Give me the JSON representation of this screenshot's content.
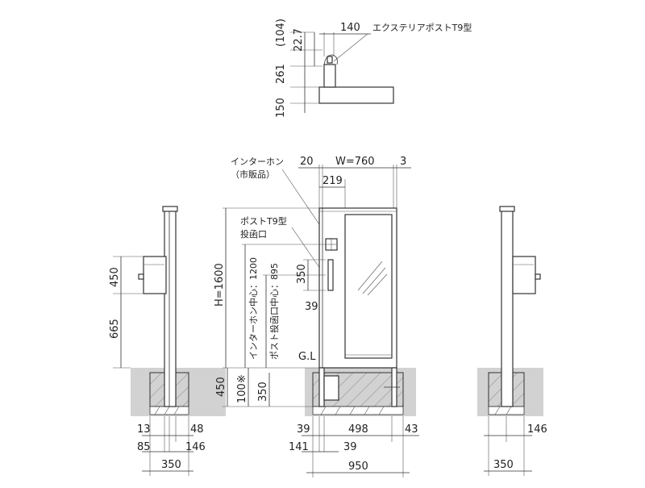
{
  "top_view": {
    "dims": {
      "w140": "140",
      "d104": "(104)",
      "d22_7": "22.7",
      "d261": "261",
      "d150": "150"
    },
    "product_label": "エクステリアポストT9型"
  },
  "front_view": {
    "dims": {
      "d20": "20",
      "width": "W=760",
      "d3": "3",
      "d219": "219",
      "height": "H=1600",
      "d350": "350",
      "d39": "39",
      "d450": "450",
      "d100": "100※",
      "d350b": "350",
      "b39": "39",
      "b498": "498",
      "b43": "43",
      "b141": "141",
      "b39b": "39",
      "b950": "950"
    },
    "intercom_label_1": "インターホン",
    "intercom_label_2": "（市販品）",
    "post_label_1": "ポストT9型",
    "post_label_2": "投函口",
    "intercom_center": "インターホン中心：1200",
    "slot_center": "ポスト投函口中心：895",
    "gl": "G.L"
  },
  "left_view": {
    "dims": {
      "d450": "450",
      "d665": "665",
      "b13": "13",
      "b48": "48",
      "b85": "85",
      "b146": "146",
      "b350": "350"
    }
  },
  "right_view": {
    "dims": {
      "b146": "146",
      "b350": "350"
    }
  }
}
